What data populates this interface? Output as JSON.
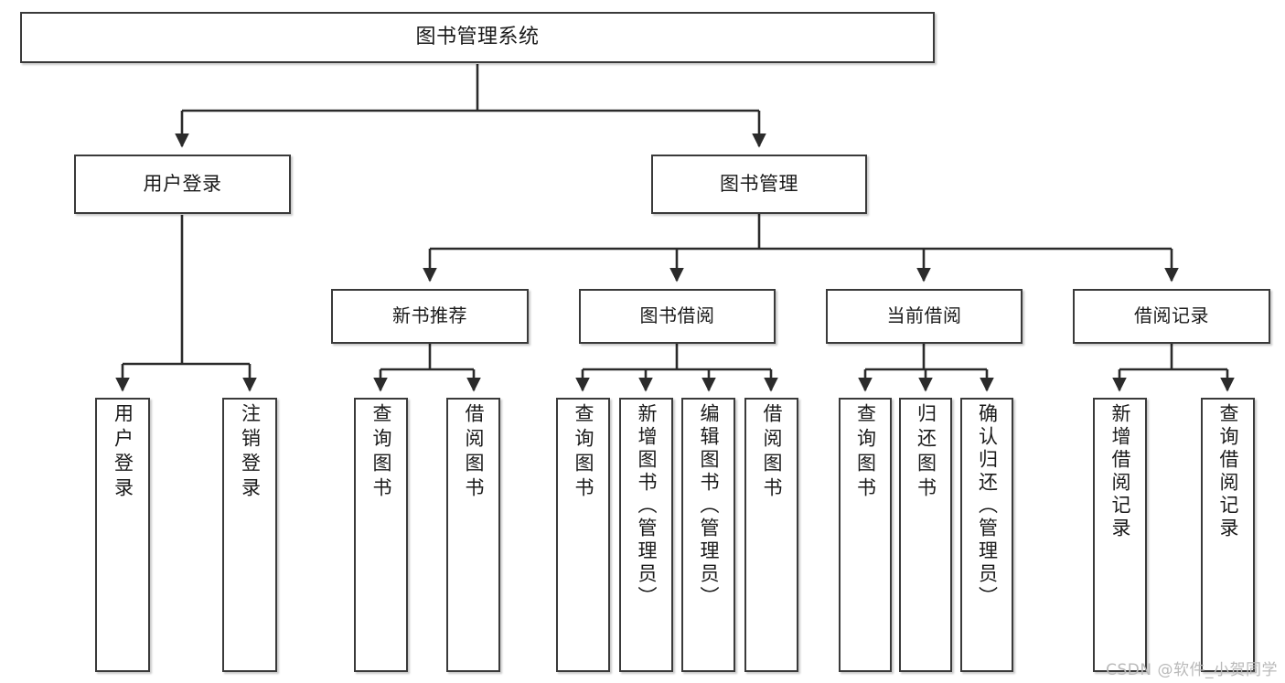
{
  "diagram": {
    "title": "图书管理系统",
    "type": "tree",
    "watermark": "CSDN @软件_小贺同学",
    "colors": {
      "background": "#ffffff",
      "box_border": "#3a3a3a",
      "box_fill": "#ffffff",
      "edge": "#2b2b2b",
      "text": "#1a1a1a",
      "watermark": "#b9b9b9"
    },
    "nodes": {
      "root": {
        "label": "图书管理系统"
      },
      "level2": [
        {
          "id": "user-login",
          "label": "用户登录"
        },
        {
          "id": "book-manage",
          "label": "图书管理"
        }
      ],
      "level3": [
        {
          "id": "new-book-recommend",
          "label": "新书推荐"
        },
        {
          "id": "book-borrow",
          "label": "图书借阅"
        },
        {
          "id": "current-borrow",
          "label": "当前借阅"
        },
        {
          "id": "borrow-record",
          "label": "借阅记录"
        }
      ],
      "leaves": {
        "user-login": [
          {
            "id": "leaf-user-login",
            "label": "用户登录"
          },
          {
            "id": "leaf-logout-login",
            "label": "注销登录"
          }
        ],
        "new-book-recommend": [
          {
            "id": "leaf-query-book-1",
            "label": "查询图书"
          },
          {
            "id": "leaf-borrow-book-1",
            "label": "借阅图书"
          }
        ],
        "book-borrow": [
          {
            "id": "leaf-query-book-2",
            "label": "查询图书"
          },
          {
            "id": "leaf-add-book",
            "label": "新增图书（管理员）"
          },
          {
            "id": "leaf-edit-book",
            "label": "编辑图书（管理员）"
          },
          {
            "id": "leaf-borrow-book-2",
            "label": "借阅图书"
          }
        ],
        "current-borrow": [
          {
            "id": "leaf-query-book-3",
            "label": "查询图书"
          },
          {
            "id": "leaf-return-book",
            "label": "归还图书"
          },
          {
            "id": "leaf-confirm-return",
            "label": "确认归还（管理员）"
          }
        ],
        "borrow-record": [
          {
            "id": "leaf-add-record",
            "label": "新增借阅记录"
          },
          {
            "id": "leaf-query-record",
            "label": "查询借阅记录"
          }
        ]
      }
    }
  }
}
